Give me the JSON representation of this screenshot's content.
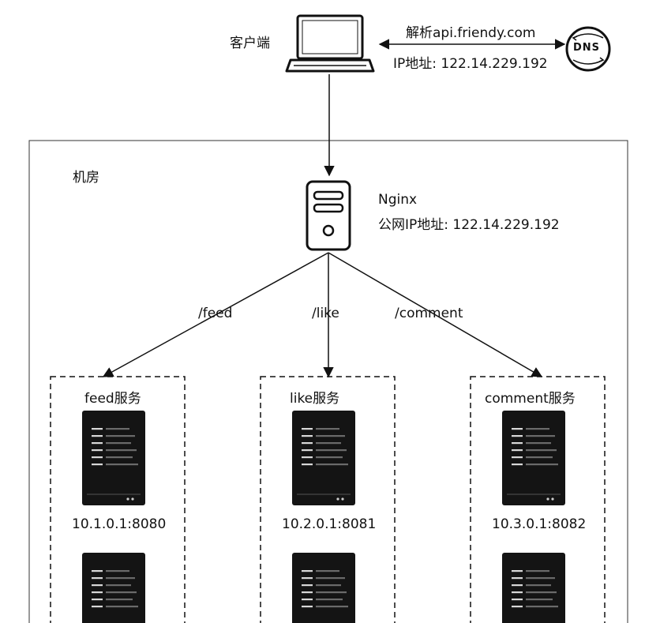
{
  "client": {
    "label": "客户端"
  },
  "dns": {
    "badge": "DNS",
    "resolve_label": "解析api.friendy.com",
    "ip_label": "IP地址: 122.14.229.192"
  },
  "room": {
    "label": "机房"
  },
  "nginx": {
    "name": "Nginx",
    "ip_label": "公网IP地址: 122.14.229.192"
  },
  "routes": [
    {
      "path": "/feed"
    },
    {
      "path": "/like"
    },
    {
      "path": "/comment"
    }
  ],
  "services": [
    {
      "title": "feed服务",
      "address": "10.1.0.1:8080"
    },
    {
      "title": "like服务",
      "address": "10.2.0.1:8081"
    },
    {
      "title": "comment服务",
      "address": "10.3.0.1:8082"
    }
  ],
  "colors": {
    "ink": "#111111",
    "server": "#141414",
    "panel": "#0a0a0a"
  }
}
